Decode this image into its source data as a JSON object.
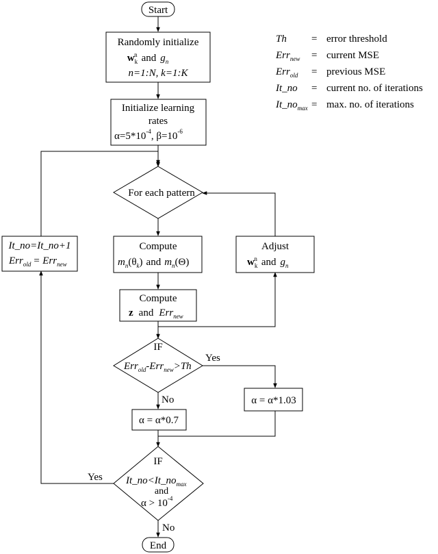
{
  "nodes": {
    "start": {
      "label": "Start"
    },
    "init": {
      "line1": "Randomly initialize",
      "w": "w",
      "w_sub": "k",
      "w_sup": "n",
      "and": "and",
      "g": "g",
      "g_sub": "n",
      "line3": "n=1:N,  k=1:K"
    },
    "rates": {
      "line1": "Initialize learning",
      "line2": "rates",
      "alpha": "α=5*10",
      "alpha_exp": "-4",
      "sep": ",  β=10",
      "beta_exp": "-6"
    },
    "for_each": {
      "label": "For each pattern"
    },
    "compute_m": {
      "line1": "Compute",
      "m1": "m",
      "m1_sub": "n",
      "m1_arg": "(θ",
      "m1_arg_sub": "k",
      "m1_close": ")",
      "and": "and",
      "m2": "m",
      "m2_sub": "n",
      "m2_arg": "(Θ)"
    },
    "adjust": {
      "line1": "Adjust",
      "w": "w",
      "w_sub": "k",
      "w_sup": "n",
      "and": "and",
      "g": "g",
      "g_sub": "n"
    },
    "update_it": {
      "line1": "It_no=It_no+1",
      "err_old": "Err",
      "err_old_sub": "old",
      "eq": "= Err",
      "err_new_sub": "new"
    },
    "compute_z": {
      "line1": "Compute",
      "z": "z",
      "and": "and",
      "err": "Err",
      "err_sub": "new"
    },
    "if1": {
      "label": "IF",
      "a": "Err",
      "a_sub": "old",
      "b": "-Err",
      "b_sub": "new",
      "c": ">Th"
    },
    "alpha_down": {
      "label": "α = α*0.7"
    },
    "alpha_up": {
      "label": "α = α*1.03"
    },
    "if2": {
      "label": "IF",
      "a": "It_no<It_no",
      "a_sub": "max",
      "and": "and",
      "alpha": "α > 10",
      "alpha_exp": "-4"
    },
    "end": {
      "label": "End"
    }
  },
  "edges": {
    "if1_yes": "Yes",
    "if1_no": "No",
    "if2_yes": "Yes",
    "if2_no": "No"
  },
  "legend": [
    {
      "symbol": "Th",
      "sub": "",
      "eq": "=",
      "meaning": "error threshold"
    },
    {
      "symbol": "Err",
      "sub": "new",
      "eq": "=",
      "meaning": "current MSE"
    },
    {
      "symbol": "Err",
      "sub": "old",
      "eq": "=",
      "meaning": "previous MSE"
    },
    {
      "symbol": "It_no",
      "sub": "",
      "eq": "=",
      "meaning": "current no. of iterations"
    },
    {
      "symbol": "It_no",
      "sub": "max",
      "eq": "=",
      "meaning": "max. no. of iterations"
    }
  ]
}
